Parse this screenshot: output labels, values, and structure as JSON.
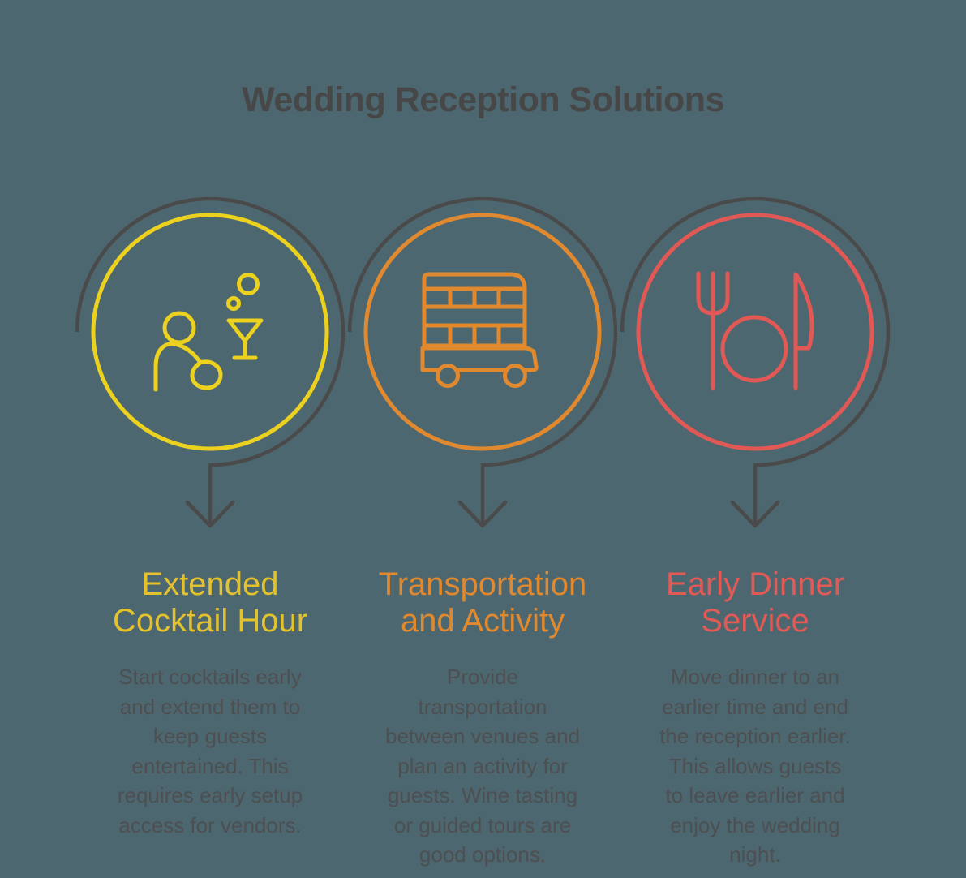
{
  "background_color": "#4d6770",
  "line_color": "#4a4a4a",
  "body_text_color": "#4d4f50",
  "title": {
    "text": "Wedding Reception Solutions",
    "color": "#474747"
  },
  "items": [
    {
      "id": "extended-cocktail-hour",
      "icon": "cocktail-person-icon",
      "accent_color": "#ecd21e",
      "heading_color": "#e3c22e",
      "heading": "Extended\nCocktail Hour",
      "body": "Start cocktails early\nand extend them to\nkeep guests\nentertained. This\nrequires early setup\naccess for vendors."
    },
    {
      "id": "transportation-and-activity",
      "icon": "double-decker-bus-icon",
      "accent_color": "#e0892f",
      "heading_color": "#e0892f",
      "heading": "Transportation\nand Activity",
      "body": "Provide\ntransportation\nbetween venues and\nplan an activity for\nguests. Wine tasting\nor guided tours are\ngood options."
    },
    {
      "id": "early-dinner-service",
      "icon": "fork-plate-knife-icon",
      "accent_color": "#e25854",
      "heading_color": "#e25a55",
      "heading": "Early Dinner\nService",
      "body": "Move dinner to an\nearlier time and end\nthe reception earlier.\nThis allows guests\nto leave earlier and\nenjoy the wedding\nnight."
    }
  ]
}
